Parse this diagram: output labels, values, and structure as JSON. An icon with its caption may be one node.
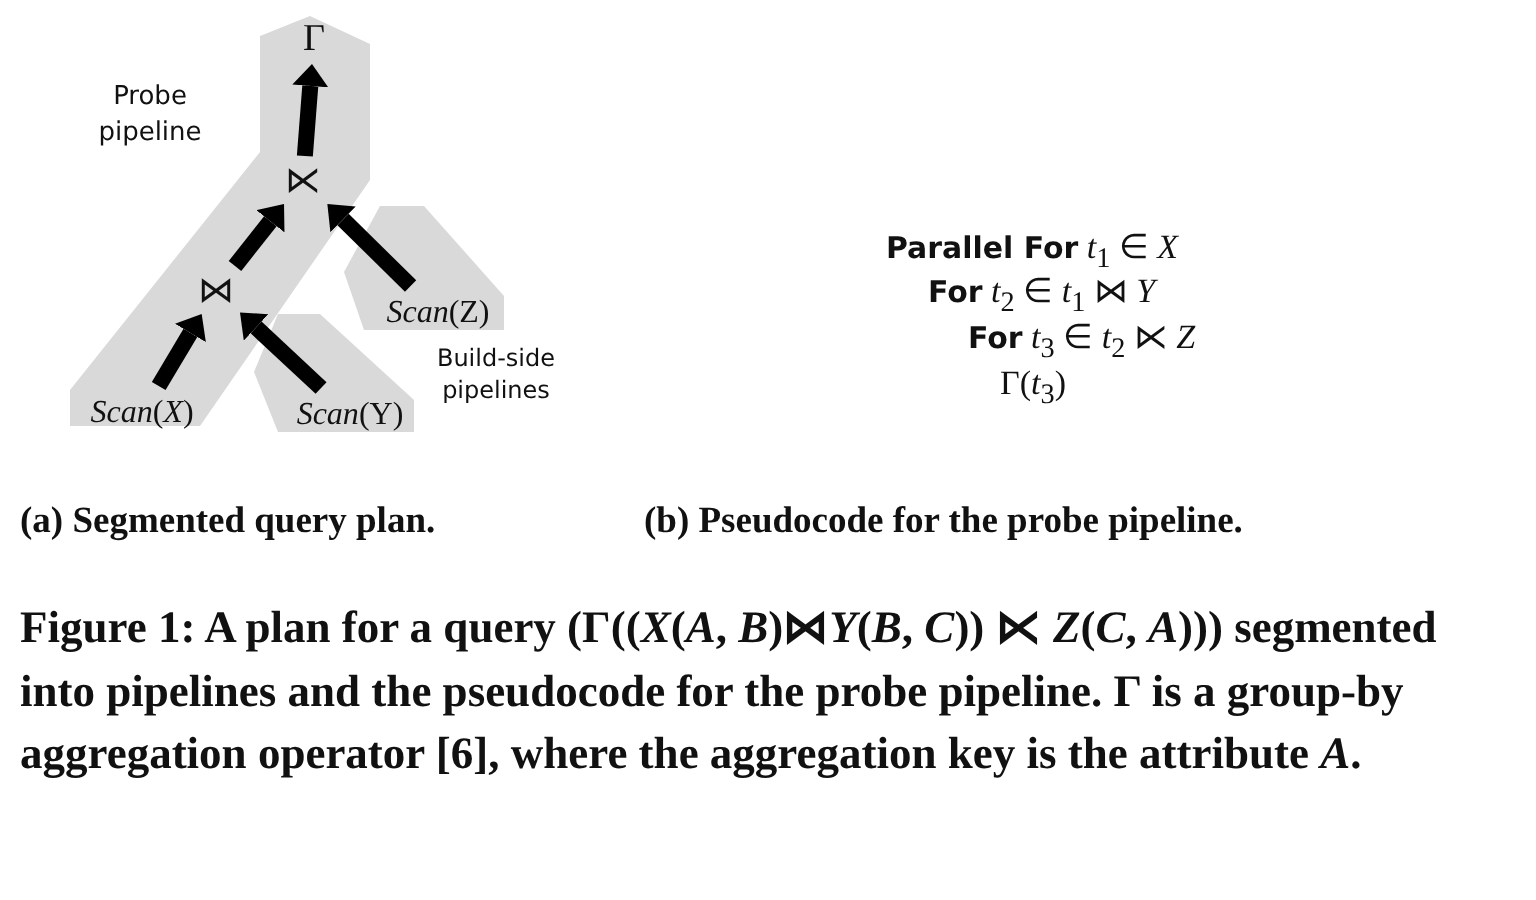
{
  "diagram": {
    "caption": "Figure 1: A plan for a query (Γ((*X*(*A*, *B*)⋈*Y*(*B*, *C*)) ⋉ *Z*(*C*, *A*))) segmented into pipelines and the pseudocode for the probe pipeline. Γ is a group-by aggregation operator [6], where the aggregation key is the attribute *A*.",
    "nodes": [
      {
        "text": [],
        "shape": "polygon",
        "beside": [
          "Probe pipeline"
        ]
      },
      {
        "text": [
          "*Scan*(*X*)"
        ],
        "in": 0
      },
      {
        "text": [
          "⋈"
        ],
        "in": 0
      },
      {
        "text": [
          "⋉"
        ],
        "in": 0
      },
      {
        "text": [
          "Γ"
        ],
        "in": 0
      },
      {
        "text": [],
        "shape": "polygon"
      },
      {
        "text": [
          "*Scan*(Z)"
        ],
        "in": 5
      },
      {
        "text": [],
        "shape": "polygon"
      },
      {
        "text": [
          "*Scan*(Y)"
        ],
        "in": 7
      }
    ],
    "edges": [
      {
        "from": 1,
        "to": 2,
        "arrow": "to"
      },
      {
        "from": 2,
        "to": 3,
        "arrow": "to"
      },
      {
        "from": 3,
        "to": 4,
        "arrow": "to"
      },
      {
        "from": 6,
        "to": 3,
        "arrow": "to"
      },
      {
        "from": 8,
        "to": 2,
        "arrow": "to"
      }
    ],
    "labels": [
      "Build-side pipelines",
      "**Parallel For** *t*$_{1}$ ∈ *X*",
      "**For** *t*$_{2}$ ∈ *t*$_{1}$ ⋈ *Y*",
      "**For** *t*$_{3}$ ∈ *t*$_{2}$ ⋉ *Z*",
      "Γ(*t*$_{3}$)",
      "(a) Segmented query plan.",
      "(b) Pseudocode for the probe pipeline."
    ]
  }
}
